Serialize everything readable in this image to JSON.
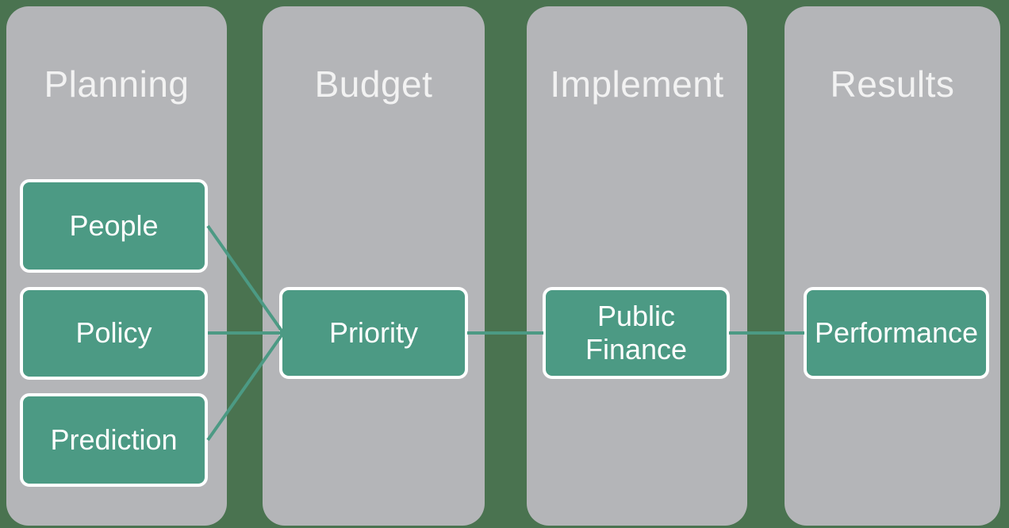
{
  "diagram": {
    "colors": {
      "background": "#4a7350",
      "column_fill": "#b4b5b8",
      "node_fill": "#4c9a84",
      "node_border": "#ffffff",
      "connector": "#4c9a84",
      "title_text": "#f2f2f2",
      "node_text": "#ffffff"
    },
    "columns": [
      {
        "id": "planning",
        "title": "Planning",
        "nodes": [
          "People",
          "Policy",
          "Prediction"
        ]
      },
      {
        "id": "budget",
        "title": "Budget",
        "nodes": [
          "Priority"
        ]
      },
      {
        "id": "implement",
        "title": "Implement",
        "nodes": [
          "Public Finance"
        ]
      },
      {
        "id": "results",
        "title": "Results",
        "nodes": [
          "Performance"
        ]
      }
    ],
    "connections": [
      {
        "from": "People",
        "to": "Priority"
      },
      {
        "from": "Policy",
        "to": "Priority"
      },
      {
        "from": "Prediction",
        "to": "Priority"
      },
      {
        "from": "Priority",
        "to": "Public Finance"
      },
      {
        "from": "Public Finance",
        "to": "Performance"
      }
    ]
  }
}
